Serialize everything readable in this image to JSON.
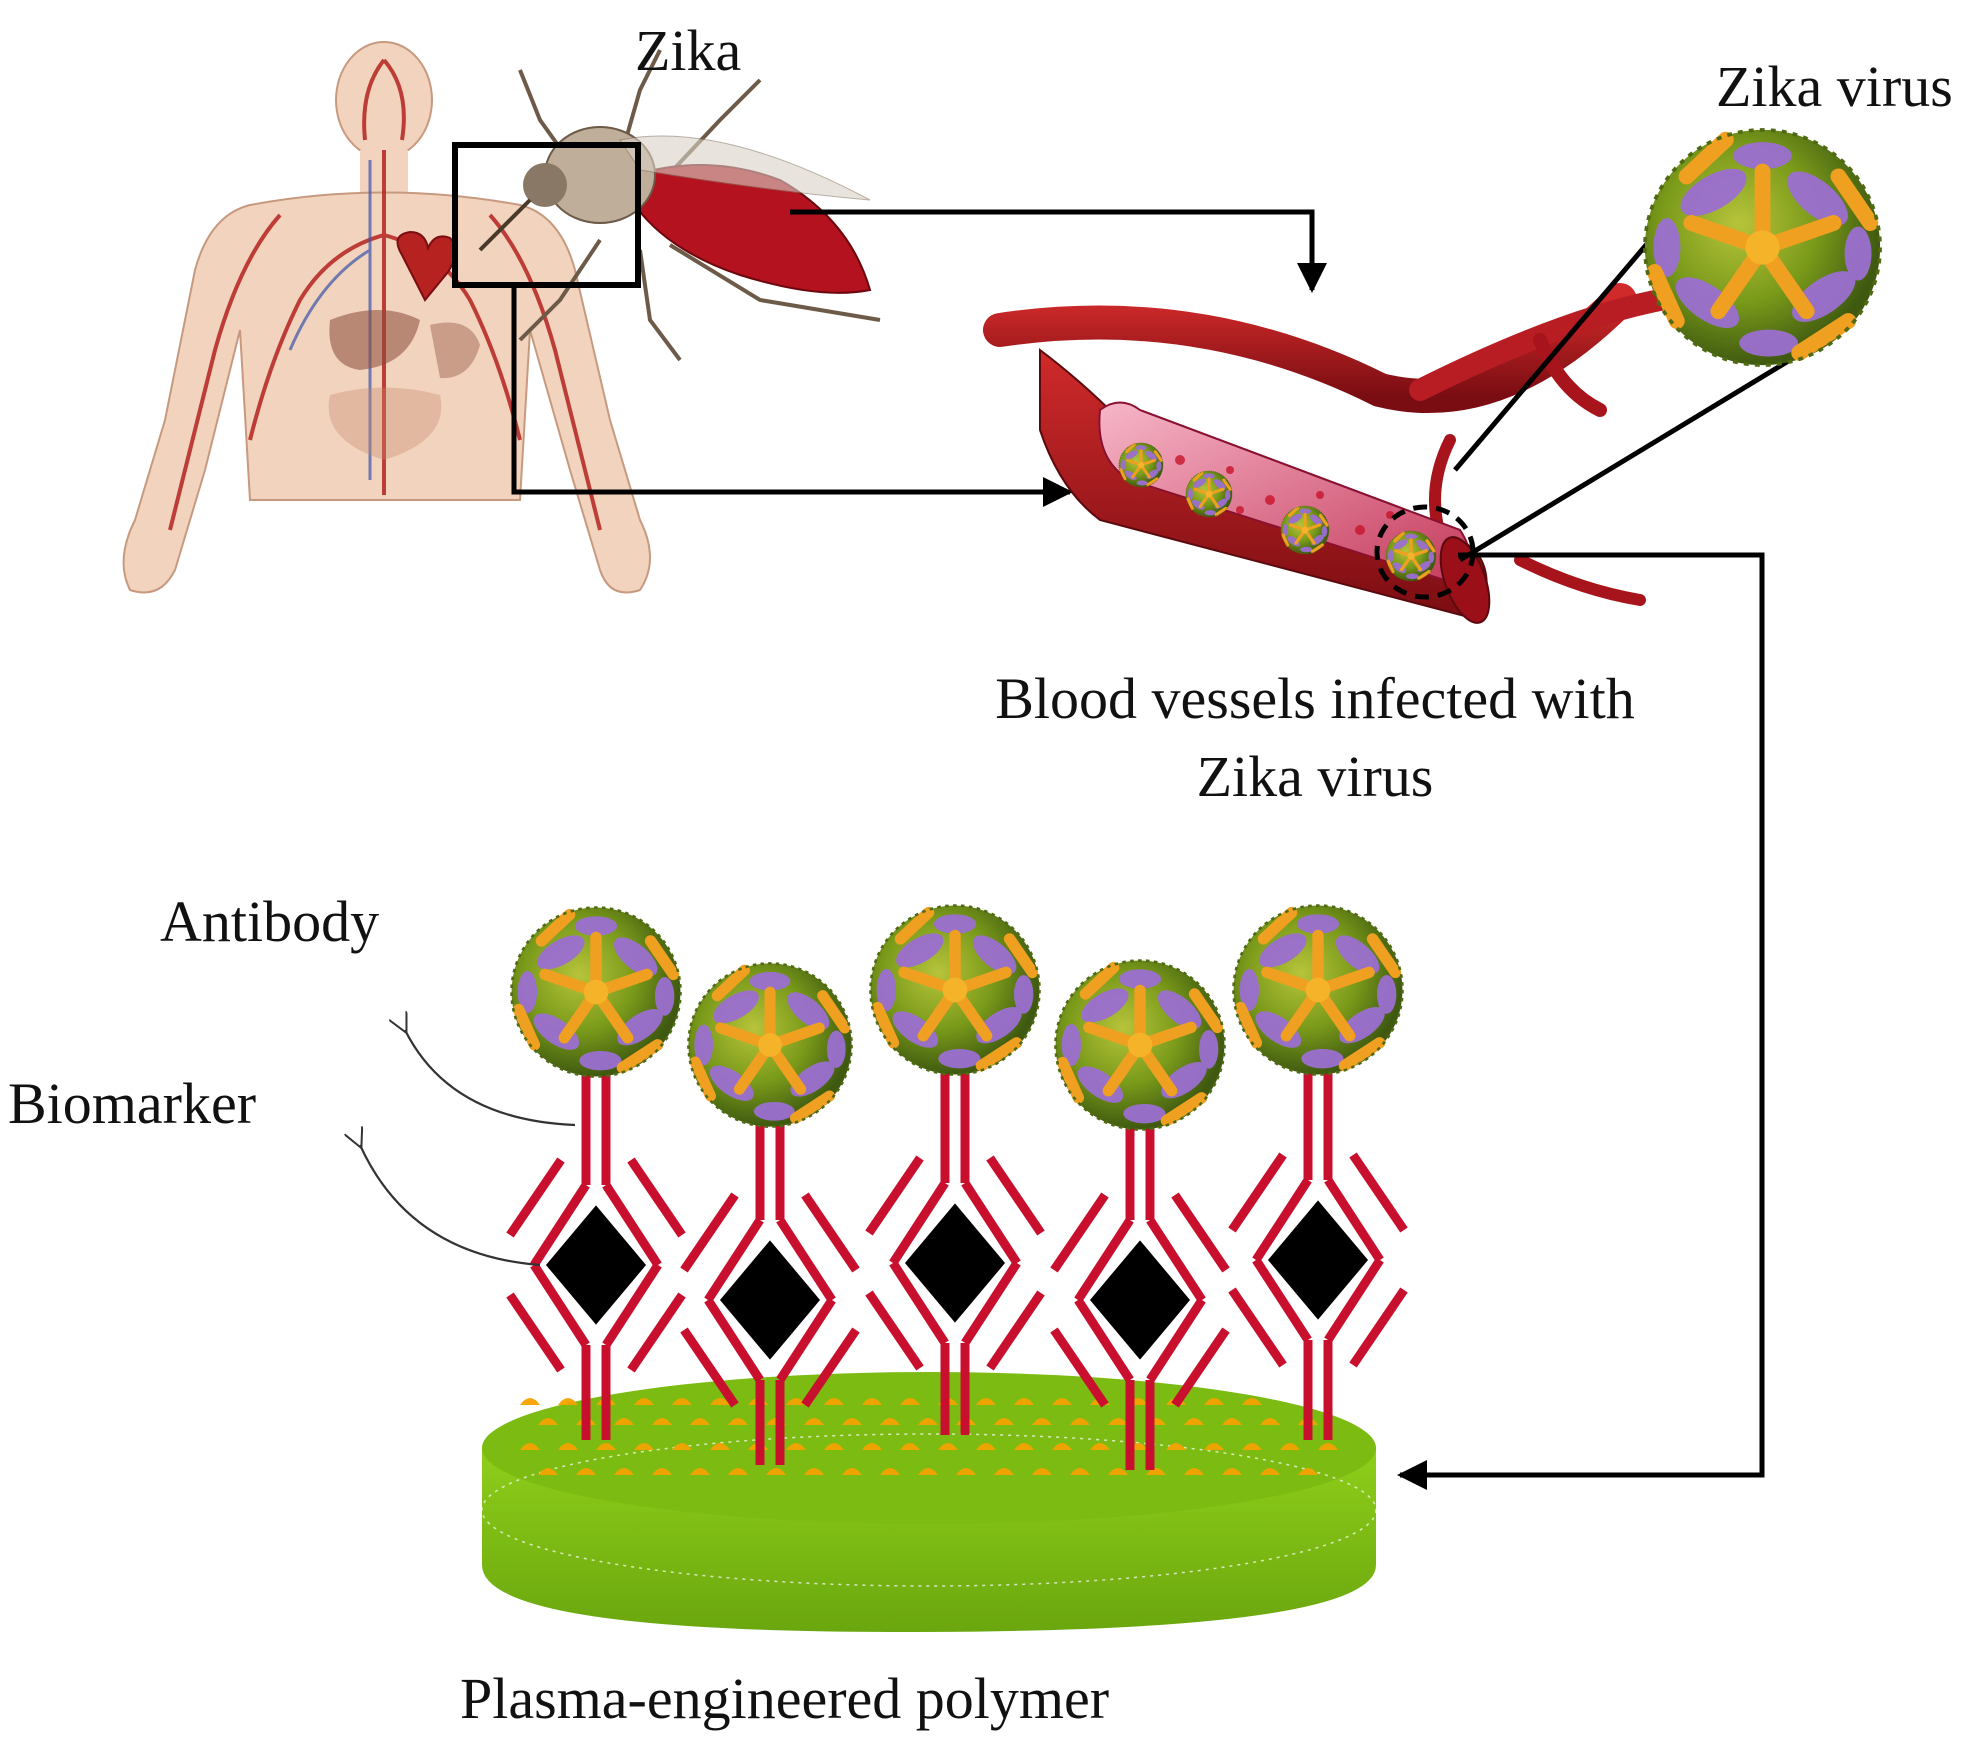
{
  "labels": {
    "zika": "Zika",
    "zika_virus": "Zika virus",
    "blood_vessels": "Blood vessels infected with Zika virus",
    "antibody": "Antibody",
    "biomarker": "Biomarker",
    "polymer": "Plasma-engineered polymer"
  },
  "colors": {
    "antibody_red": "#c8102e",
    "biomarker_black": "#000000",
    "polymer_green": "#7cbb12",
    "polymer_orange": "#f5a300",
    "virus_green": "#7a9a1a",
    "virus_purple": "#9b6fd0",
    "virus_orange": "#f0a020",
    "vessel_red": "#a8141c",
    "skin": "#f2d3bd"
  },
  "icons": [
    "human-body-icon",
    "mosquito-icon",
    "blood-vessel-icon",
    "zika-virus-icon",
    "antibody-icon",
    "biomarker-icon",
    "polymer-disc-icon"
  ]
}
